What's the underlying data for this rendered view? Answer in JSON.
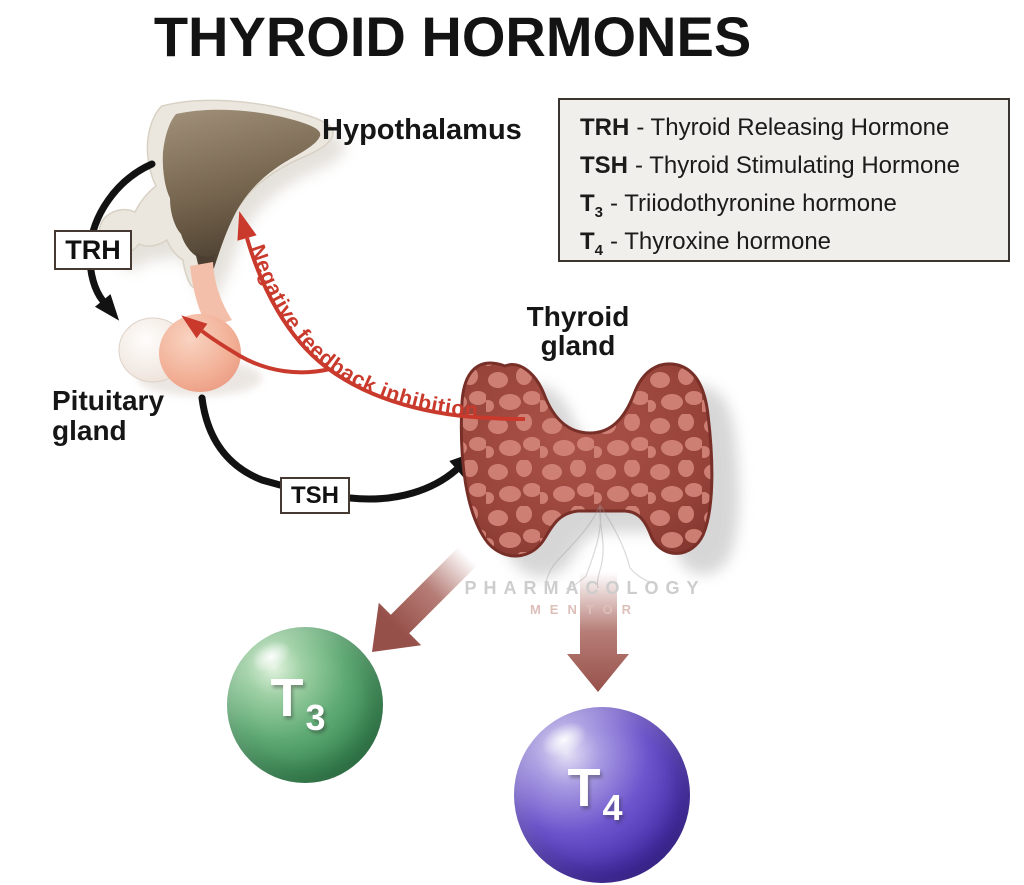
{
  "title": "THYROID HORMONES",
  "legend": {
    "items": [
      {
        "abbr": "TRH",
        "sub": "",
        "desc": "- Thyroid Releasing Hormone"
      },
      {
        "abbr": "TSH",
        "sub": "",
        "desc": "- Thyroid Stimulating Hormone"
      },
      {
        "abbr": "T",
        "sub": "3",
        "desc": "- Triiodothyronine hormone"
      },
      {
        "abbr": "T",
        "sub": "4",
        "desc": "- Thyroxine hormone"
      }
    ]
  },
  "labels": {
    "hypothalamus": "Hypothalamus",
    "pituitary_line1": "Pituitary",
    "pituitary_line2": "gland",
    "thyroid_line1": "Thyroid",
    "thyroid_line2": "gland"
  },
  "signals": {
    "trh": "TRH",
    "tsh": "TSH",
    "feedback": "Negative feedback inhibition"
  },
  "hormones": {
    "t3": {
      "letter": "T",
      "sub": "3",
      "color": "#3f8f58"
    },
    "t4": {
      "letter": "T",
      "sub": "4",
      "color": "#4d33b4"
    }
  },
  "watermark": {
    "line1": "PHARMACOLOGY",
    "line2": "MENTOR"
  },
  "colors": {
    "feedback_red": "#c93a2d",
    "arrow_black": "#121212",
    "thyroid_red": "#9c4a40",
    "thyroid_spot": "#d4857a",
    "release_arrow_brown": "#9c554d",
    "hypothalamus_brown": "#7c6b55",
    "hypothalamus_cream": "#ece7de",
    "pituitary_pink": "#f0ab90",
    "legend_bg": "#f1efec"
  }
}
